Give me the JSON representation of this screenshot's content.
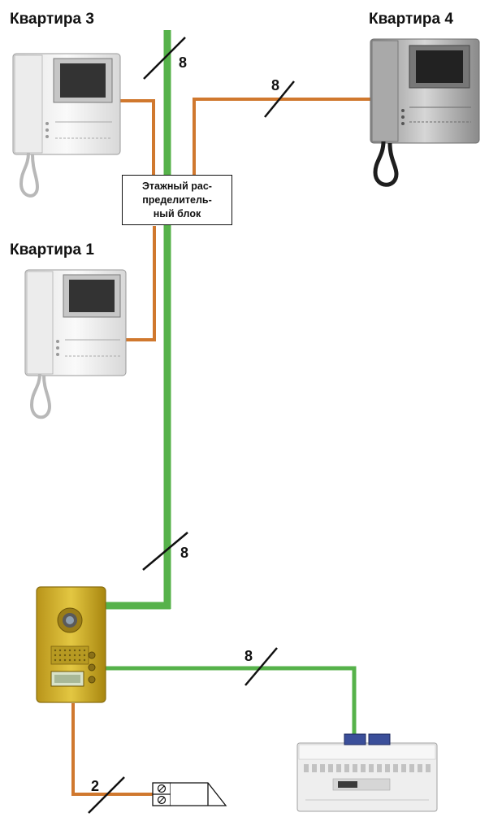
{
  "apartments": {
    "apt3": "Квартира 3",
    "apt4": "Квартира 4",
    "apt1": "Квартира 1"
  },
  "distribution_block": {
    "label": "Этажный рас-\nпределитель-\nный блок"
  },
  "cable_counts": {
    "riser_top": "8",
    "apt4_line": "8",
    "riser_bottom": "8",
    "power_line": "8",
    "lock_line": "2"
  },
  "colors": {
    "riser_green": "#56b24a",
    "apartment_orange": "#d0782e",
    "panel_gold": "#d4b42a",
    "power_connector_blue": "#3b4f9a"
  }
}
